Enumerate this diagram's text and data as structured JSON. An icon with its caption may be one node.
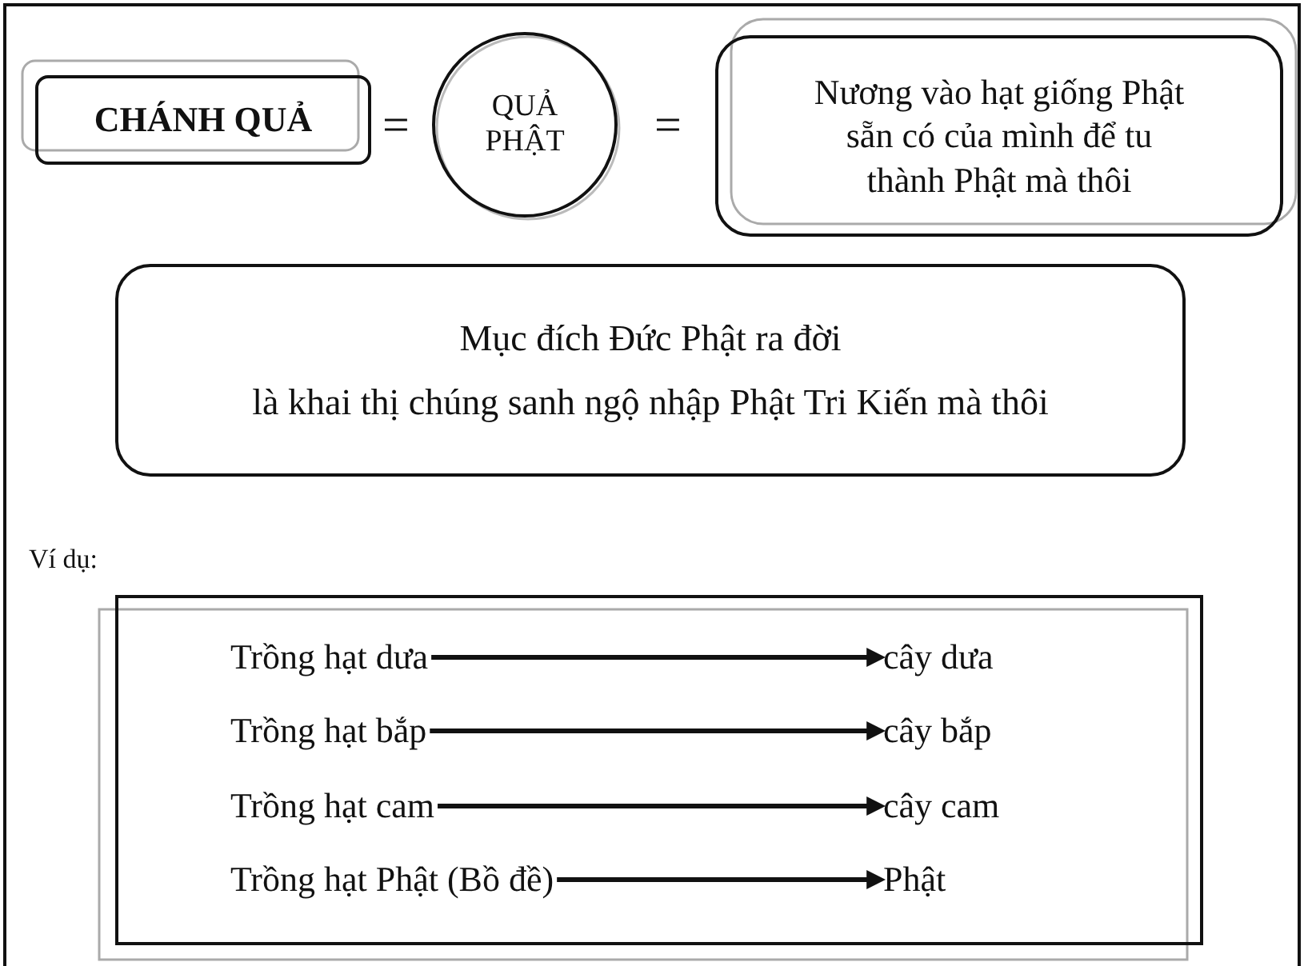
{
  "diagram": {
    "nodes": [
      {
        "text": [
          "CHÁNH QUẢ"
        ]
      },
      {
        "text": [
          "QUẢ PHẬT"
        ]
      },
      {
        "text": [
          "Nương vào hạt giống Phật sẵn có của mình để tu thành Phật mà thôi"
        ]
      },
      {
        "text": [
          "Mục đích Đức Phật ra đời",
          "là khai thị chúng sanh ngộ nhập Phật Tri Kiến mà thôi"
        ]
      },
      {
        "text": [],
        "shape": "box"
      },
      {
        "text": [
          "Trồng hạt dưa"
        ],
        "in": 4
      },
      {
        "text": [
          "cây dưa"
        ],
        "in": 4
      },
      {
        "text": [
          "Trồng hạt bắp"
        ],
        "in": 4
      },
      {
        "text": [
          "cây bắp"
        ],
        "in": 4
      },
      {
        "text": [
          "Trồng hạt cam"
        ],
        "in": 4
      },
      {
        "text": [
          "cây cam"
        ],
        "in": 4
      },
      {
        "text": [
          "Trồng hạt Phật (Bồ đề)"
        ],
        "in": 4
      },
      {
        "text": [
          "Phật"
        ],
        "in": 4
      }
    ],
    "edges": [
      {
        "from": 5,
        "to": 6,
        "arrow": "to"
      },
      {
        "from": 7,
        "to": 8,
        "arrow": "to"
      },
      {
        "from": 9,
        "to": 10,
        "arrow": "to"
      },
      {
        "from": 11,
        "to": 12,
        "arrow": "to"
      }
    ],
    "labels": [
      "=",
      "=",
      "Ví dụ:"
    ]
  }
}
